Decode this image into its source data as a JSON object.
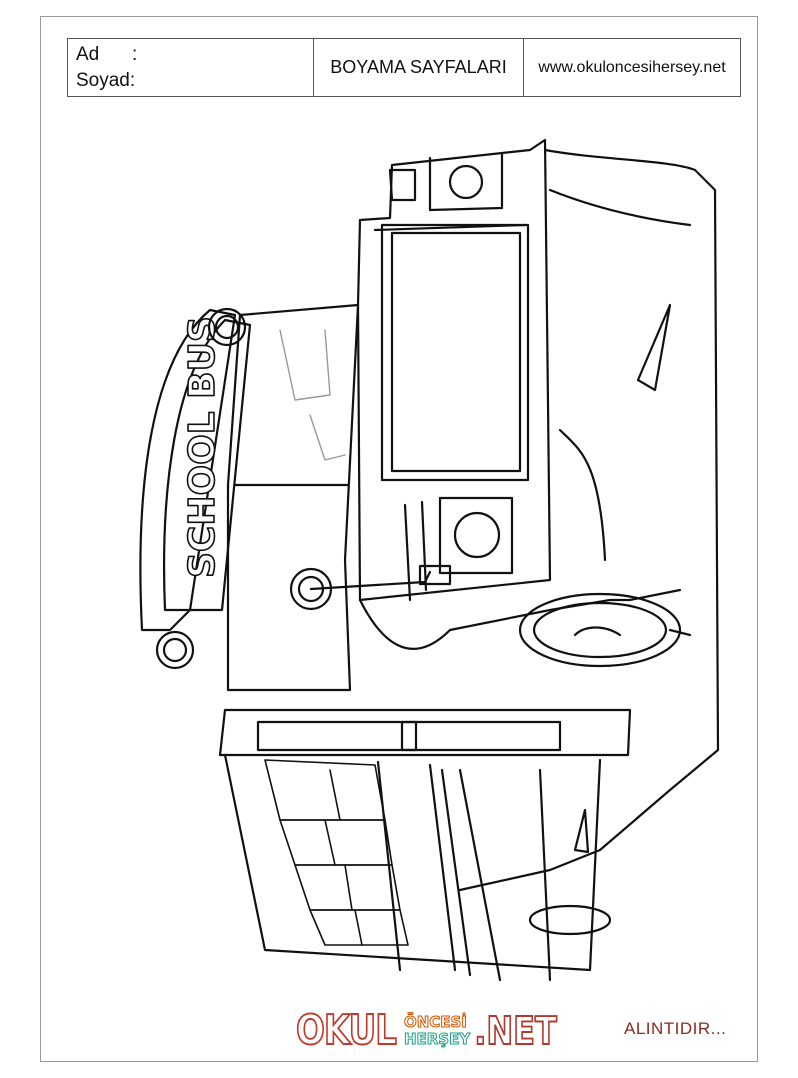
{
  "header": {
    "name_label": "Ad",
    "name_colon": ":",
    "surname_label": "Soyad:",
    "title": "BOYAMA SAYFALARI",
    "website": "www.okuloncesihersey.net"
  },
  "drawing": {
    "sign_text": "SCHOOL BUS",
    "subject": "school-bus-coloring-outline"
  },
  "footer": {
    "logo_part1": "OKUL",
    "logo_part2": "ÖNCESİ",
    "logo_part3": "HERŞEY",
    "logo_part4": ".NET",
    "credit": "ALINTIDIR...",
    "colors": {
      "credit": "#8b2a1c",
      "net": "#b03a2e"
    }
  }
}
